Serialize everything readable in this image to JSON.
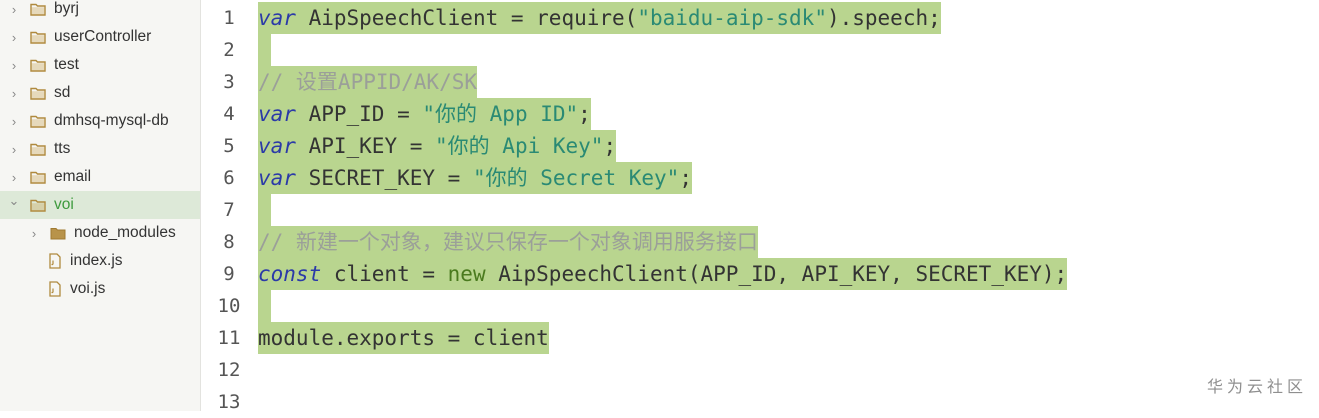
{
  "sidebar": {
    "items": [
      {
        "label": "byrj",
        "type": "folder",
        "expanded": false,
        "depth": 0
      },
      {
        "label": "userController",
        "type": "folder",
        "expanded": false,
        "depth": 0
      },
      {
        "label": "test",
        "type": "folder",
        "expanded": false,
        "depth": 0
      },
      {
        "label": "sd",
        "type": "folder",
        "expanded": false,
        "depth": 0
      },
      {
        "label": "dmhsq-mysql-db",
        "type": "folder",
        "expanded": false,
        "depth": 0
      },
      {
        "label": "tts",
        "type": "folder",
        "expanded": false,
        "depth": 0
      },
      {
        "label": "email",
        "type": "folder",
        "expanded": false,
        "depth": 0
      },
      {
        "label": "voi",
        "type": "folder",
        "expanded": true,
        "depth": 0,
        "selected": true
      },
      {
        "label": "node_modules",
        "type": "folder",
        "expanded": false,
        "depth": 1
      },
      {
        "label": "index.js",
        "type": "file",
        "depth": 1
      },
      {
        "label": "voi.js",
        "type": "file",
        "depth": 1
      }
    ]
  },
  "editor": {
    "line_numbers": [
      "1",
      "2",
      "3",
      "4",
      "5",
      "6",
      "7",
      "8",
      "9",
      "10",
      "11",
      "12",
      "13"
    ],
    "lines": [
      {
        "tokens": [
          [
            "kw",
            "var"
          ],
          [
            "id",
            " AipSpeechClient = require("
          ],
          [
            "str",
            "\"baidu-aip-sdk\""
          ],
          [
            "id",
            ").speech;"
          ]
        ]
      },
      {
        "tokens": []
      },
      {
        "tokens": [
          [
            "cm",
            "// 设置APPID/AK/SK"
          ]
        ]
      },
      {
        "tokens": [
          [
            "kw",
            "var"
          ],
          [
            "id",
            " APP_ID = "
          ],
          [
            "str",
            "\"你的 App ID\""
          ],
          [
            "id",
            ";"
          ]
        ]
      },
      {
        "tokens": [
          [
            "kw",
            "var"
          ],
          [
            "id",
            " API_KEY = "
          ],
          [
            "str",
            "\"你的 Api Key\""
          ],
          [
            "id",
            ";"
          ]
        ]
      },
      {
        "tokens": [
          [
            "kw",
            "var"
          ],
          [
            "id",
            " SECRET_KEY = "
          ],
          [
            "str",
            "\"你的 Secret Key\""
          ],
          [
            "id",
            ";"
          ]
        ]
      },
      {
        "tokens": []
      },
      {
        "tokens": [
          [
            "cm",
            "// 新建一个对象，建议只保存一个对象调用服务接口"
          ]
        ]
      },
      {
        "tokens": [
          [
            "kw",
            "const"
          ],
          [
            "id",
            " client = "
          ],
          [
            "nw",
            "new"
          ],
          [
            "id",
            " AipSpeechClient(APP_ID, API_KEY, SECRET_KEY);"
          ]
        ]
      },
      {
        "tokens": []
      },
      {
        "tokens": [
          [
            "id",
            "module.exports = client"
          ]
        ]
      },
      {
        "tokens": [],
        "unselected": true
      },
      {
        "tokens": [],
        "unselected": true
      }
    ]
  },
  "watermark": "华为云社区",
  "colors": {
    "selection": "#b9d58f",
    "keyword": "#2b3aa8",
    "string": "#2a8a74",
    "comment": "#9b9f99",
    "selected_tree": "#3d9a3d"
  }
}
